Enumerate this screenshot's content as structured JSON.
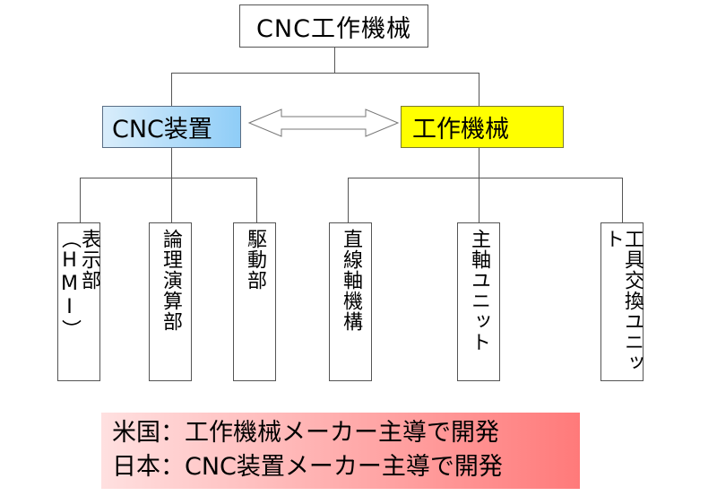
{
  "diagram": {
    "root": "CNC工作機械",
    "children": [
      {
        "label": "CNC装置",
        "color": "#8fcdf7",
        "leaves": [
          "表示部（HMI）",
          "論理演算部",
          "駆動部"
        ]
      },
      {
        "label": "工作機械",
        "color": "#ffff00",
        "leaves": [
          "直線軸機構",
          "主軸ユニット",
          "工具交換ユニット"
        ]
      }
    ],
    "relation": "bidirectional-arrow",
    "note": {
      "lines": [
        "米国：工作機械メーカー主導で開発",
        "日本：CNC装置メーカー主導で開発"
      ],
      "color": "#ff7a7a"
    }
  }
}
